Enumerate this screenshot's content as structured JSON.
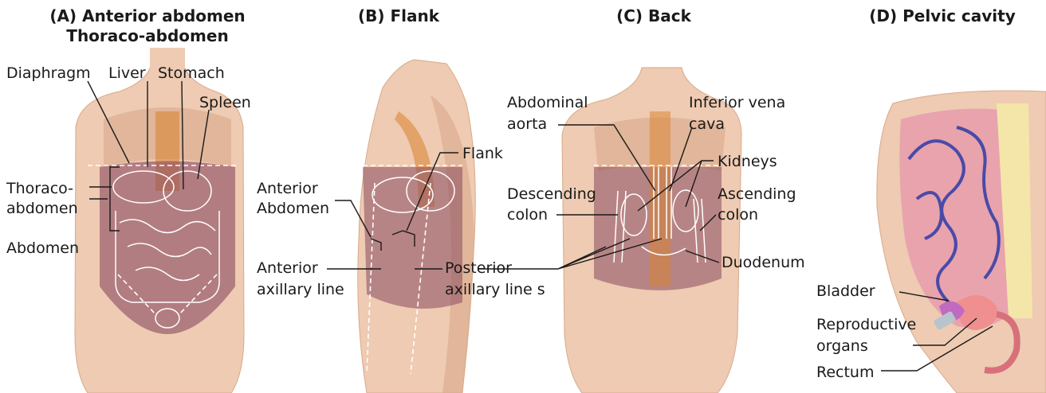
{
  "panels": {
    "a": {
      "title_line1": "(A) Anterior abdomen",
      "title_line2": "Thoraco-abdomen",
      "labels": {
        "diaphragm": "Diaphragm",
        "liver": "Liver",
        "stomach": "Stomach",
        "spleen": "Spleen",
        "thoraco_line1": "Thoraco-",
        "thoraco_line2": "abdomen",
        "abdomen": "Abdomen"
      }
    },
    "b": {
      "title": "(B) Flank",
      "labels": {
        "flank": "Flank",
        "anterior_abdomen_line1": "Anterior",
        "anterior_abdomen_line2": "Abdomen",
        "anterior_axillary_line1": "Anterior",
        "anterior_axillary_line2": "axillary line",
        "posterior_axillary_line1": "Posterior",
        "posterior_axillary_line2": "axillary line s"
      }
    },
    "c": {
      "title": "(C) Back",
      "labels": {
        "abdominal_aorta_line1": "Abdominal",
        "abdominal_aorta_line2": "aorta",
        "ivc_line1": "Inferior vena",
        "ivc_line2": "cava",
        "kidneys": "Kidneys",
        "descending_line1": "Descending",
        "descending_line2": "colon",
        "ascending_line1": "Ascending",
        "ascending_line2": "colon",
        "duodenum": "Duodenum"
      }
    },
    "d": {
      "title": "(D) Pelvic cavity",
      "labels": {
        "bladder": "Bladder",
        "reproductive_line1": "Reproductive",
        "reproductive_line2": "organs",
        "rectum": "Rectum"
      }
    }
  },
  "colors": {
    "skin": "#eecbb2",
    "skin_shadow": "#d9a98a",
    "abdomen_region": "#8a4a60",
    "organ_orange": "#d9822b",
    "pelvis_pink": "#e8a3ad",
    "intestine_blue": "#4a4aa8",
    "uterus": "#f08f8f",
    "bladder": "#c06ac0"
  }
}
